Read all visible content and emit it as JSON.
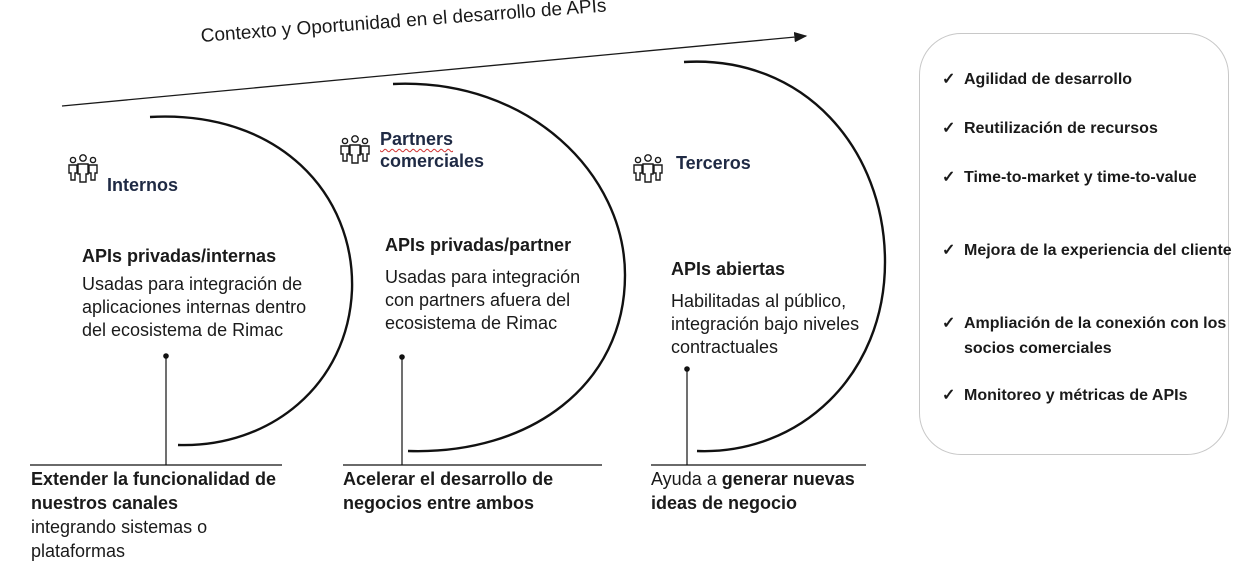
{
  "context_arrow": {
    "label": "Contexto y Oportunidad en el desarrollo de APIs"
  },
  "columns": [
    {
      "group_icon": "people-group-icon",
      "group_name": "Internos",
      "api_title": "APIs privadas/internas",
      "api_description": "Usadas para integración de aplicaciones internas dentro del ecosistema de Rimac",
      "bottom_bold_1": "Extender la funcionalidad de nuestros canales",
      "bottom_normal": "integrando sistemas o plataformas"
    },
    {
      "group_icon": "people-group-icon",
      "group_name_line1": "Partners",
      "group_name_line2": "comerciales",
      "api_title": "APIs privadas/partner",
      "api_description": "Usadas para integración con partners afuera del ecosistema de Rimac",
      "bottom_bold_1": "Acelerar el desarrollo de negocios entre ambos"
    },
    {
      "group_icon": "people-group-icon",
      "group_name": "Terceros",
      "api_title": "APIs abiertas",
      "api_description": "Habilitadas al público, integración bajo niveles contractuales",
      "bottom_normal": "Ayuda a ",
      "bottom_bold_1": "generar nuevas ideas de negocio"
    }
  ],
  "benefits": {
    "check_icon": "checkmark-icon",
    "check_glyph": "✓",
    "items": [
      "Agilidad de desarrollo",
      "Reutilización de recursos",
      "Time-to-market y time-to-value",
      "Mejora de la experiencia del cliente",
      "Ampliación de la conexión con los socios comerciales",
      "Monitoreo y métricas de APIs"
    ]
  }
}
